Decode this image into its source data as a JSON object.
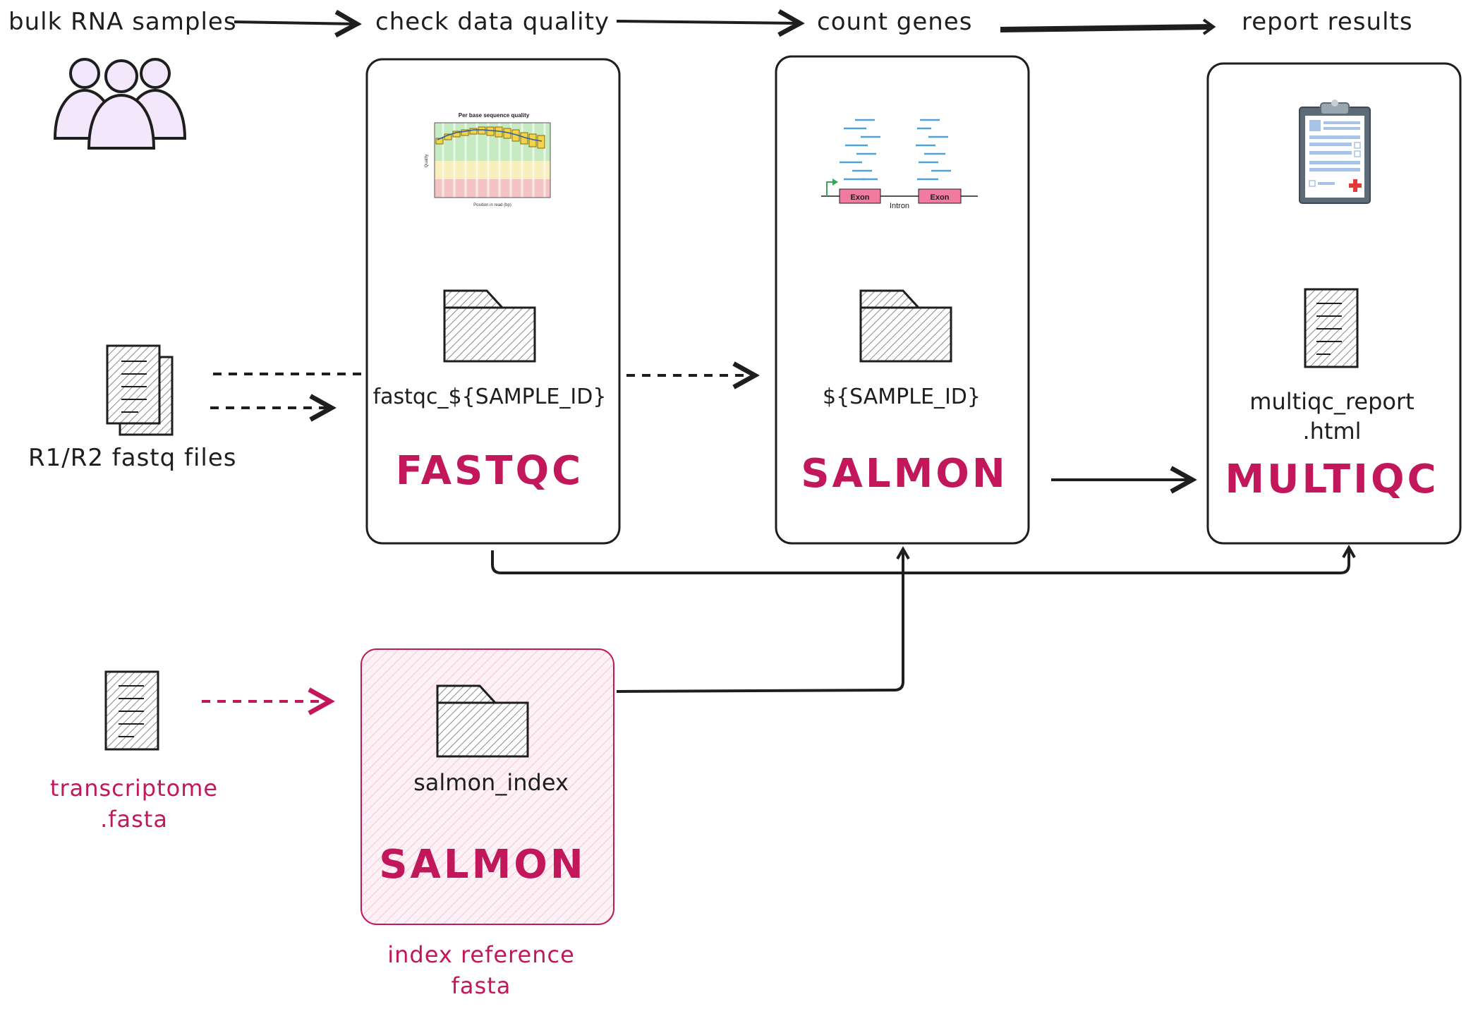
{
  "stages": {
    "input": "bulk RNA samples",
    "quality": "check data quality",
    "count": "count genes",
    "report": "report results"
  },
  "inputs": {
    "fastq": "R1/R2 fastq files",
    "transcriptome_line1": "transcriptome",
    "transcriptome_line2": ".fasta"
  },
  "tools": {
    "fastqc": {
      "name": "FASTQC",
      "output": "fastqc_${SAMPLE_ID}"
    },
    "salmon_quant": {
      "name": "SALMON",
      "output": "${SAMPLE_ID}"
    },
    "multiqc": {
      "name": "MULTIQC",
      "output_line1": "multiqc_report",
      "output_line2": ".html"
    },
    "salmon_index": {
      "name": "SALMON",
      "output": "salmon_index",
      "caption_line1": "index reference",
      "caption_line2": "fasta"
    }
  },
  "thumbnails": {
    "quality_plot_title": "Per base sequence quality",
    "quality_plot_ylabel": "Quality",
    "quality_plot_xlabel": "Position in read (bp)",
    "exon_label_1": "Exon",
    "exon_label_2": "Exon",
    "intron_label": "Intron"
  },
  "colors": {
    "accent": "#c2185b",
    "ink": "#1e1e1e",
    "index_box_fill": "#fdeef4",
    "people_fill": "#f3e8fb"
  }
}
